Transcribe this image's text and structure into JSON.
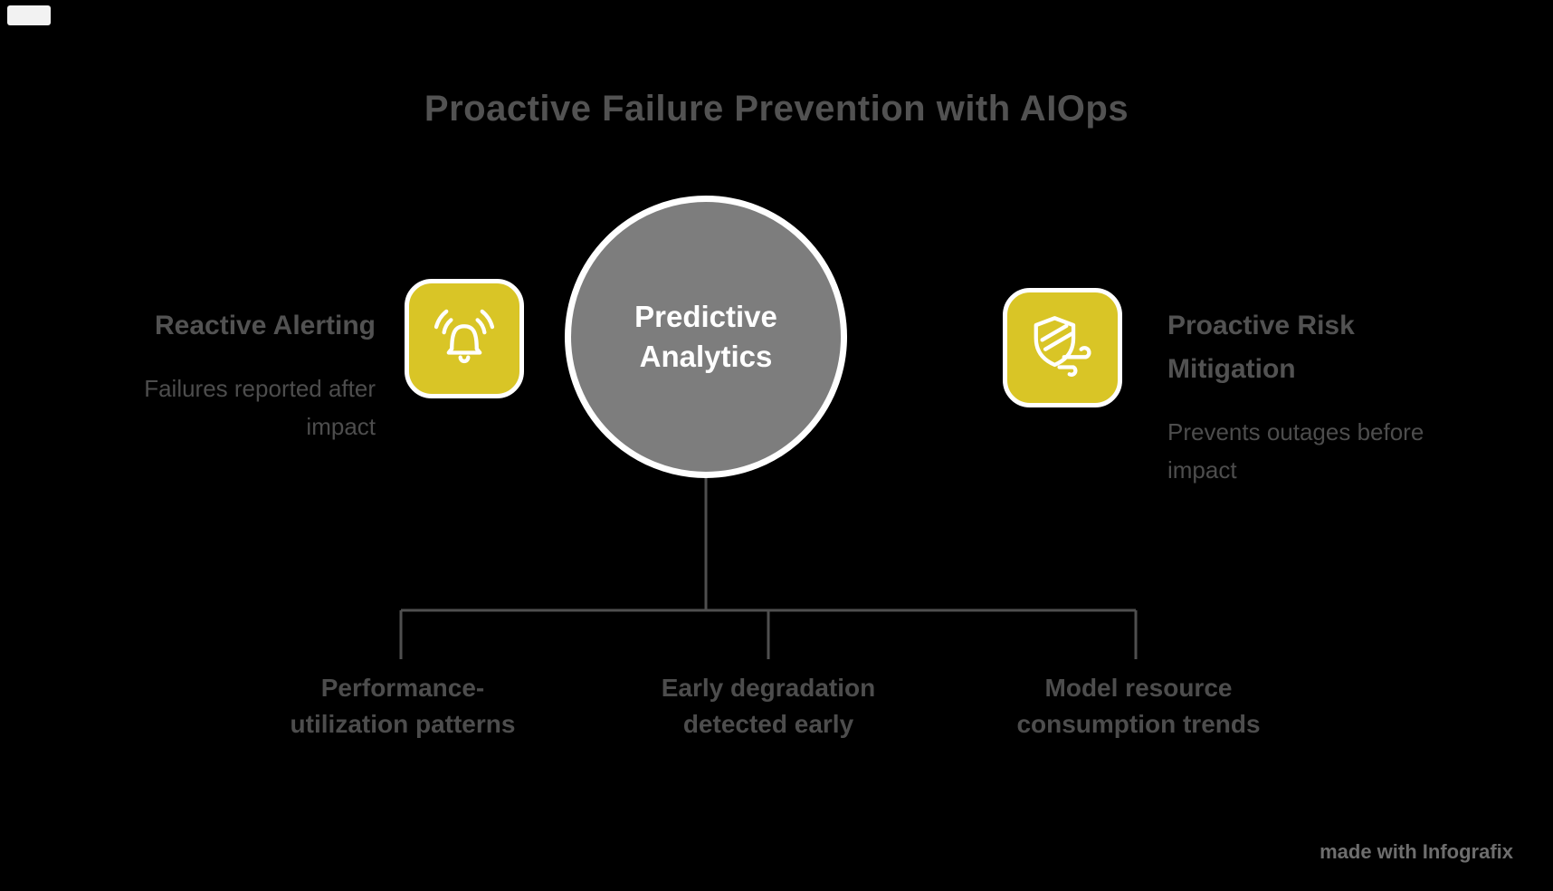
{
  "title": "Proactive Failure Prevention with AIOps",
  "center": {
    "line1": "Predictive",
    "line2": "Analytics"
  },
  "left_panel": {
    "icon": "bell-alert-icon",
    "heading": "Reactive Alerting",
    "body_line1": "Failures reported after",
    "body_line2": "impact"
  },
  "right_panel": {
    "icon": "shield-wind-icon",
    "heading_line1": "Proactive Risk",
    "heading_line2": "Mitigation",
    "body_line1": "Prevents outages before",
    "body_line2": "impact"
  },
  "bottom_items": [
    {
      "line1": "Performance-",
      "line2": "utilization patterns"
    },
    {
      "line1": "Early degradation",
      "line2": "detected early"
    },
    {
      "line1": "Model resource",
      "line2": "consumption trends"
    }
  ],
  "watermark": "made with Infografix",
  "colors": {
    "background": "#000000",
    "accent_yellow": "#d9c526",
    "circle_gray": "#7d7d7d",
    "text_gray": "#4d4d4d",
    "heading_gray": "#525252",
    "line_gray": "#4f4f4f",
    "watermark_gray": "#6e6e6e",
    "white": "#ffffff"
  }
}
